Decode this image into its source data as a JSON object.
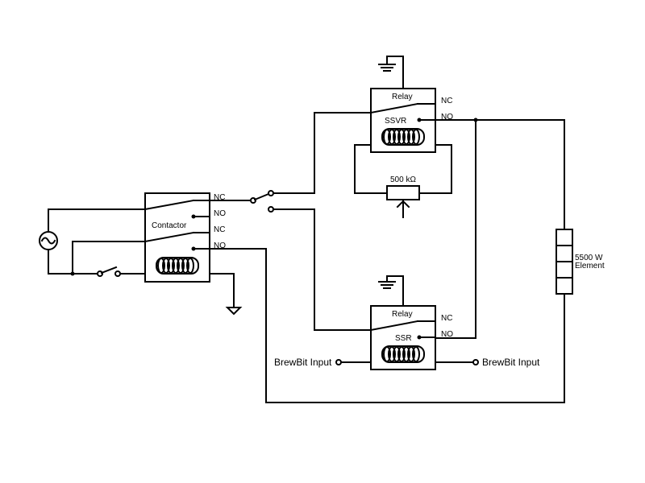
{
  "labels": {
    "relay_top": "Relay",
    "ssvr": "SSVR",
    "nc_top": "NC",
    "no_top": "NO",
    "pot": "500 kΩ",
    "contactor": "Contactor",
    "c_nc1": "NC",
    "c_no1": "NO",
    "c_nc2": "NC",
    "c_no2": "NO",
    "relay_bottom": "Relay",
    "ssr": "SSR",
    "nc_bottom": "NC",
    "no_bottom": "NO",
    "brewbit_left": "BrewBit Input",
    "brewbit_right": "BrewBit Input",
    "element_line1": "5500 W",
    "element_line2": "Element"
  }
}
